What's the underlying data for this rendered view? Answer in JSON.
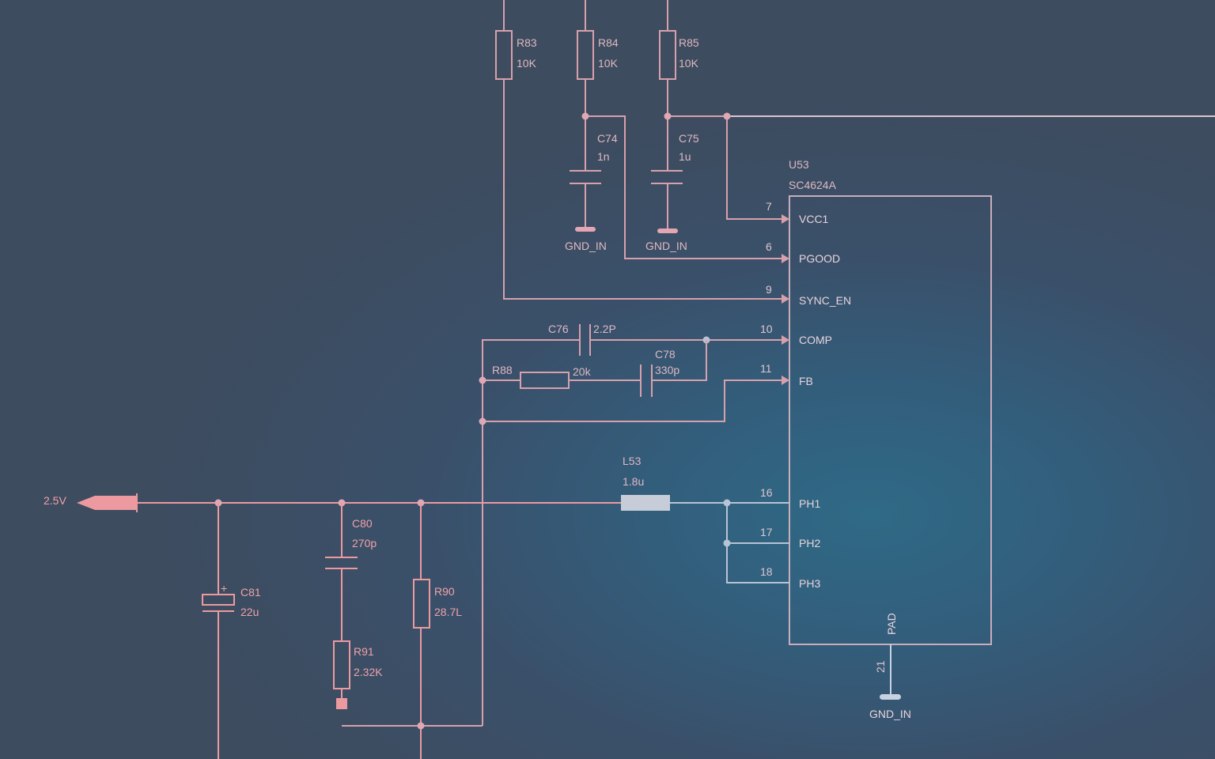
{
  "ic": {
    "ref": "U53",
    "part": "SC4624A",
    "pad_label": "PAD",
    "pad_pin": "21",
    "ground": "GND_IN",
    "pins": [
      {
        "num": "7",
        "name": "VCC1"
      },
      {
        "num": "6",
        "name": "PGOOD"
      },
      {
        "num": "9",
        "name": "SYNC_EN"
      },
      {
        "num": "10",
        "name": "COMP"
      },
      {
        "num": "11",
        "name": "FB"
      },
      {
        "num": "16",
        "name": "PH1"
      },
      {
        "num": "17",
        "name": "PH2"
      },
      {
        "num": "18",
        "name": "PH3"
      }
    ]
  },
  "components": {
    "r83": {
      "ref": "R83",
      "value": "10K"
    },
    "r84": {
      "ref": "R84",
      "value": "10K"
    },
    "r85": {
      "ref": "R85",
      "value": "10K"
    },
    "c74": {
      "ref": "C74",
      "value": "1n",
      "ground": "GND_IN"
    },
    "c75": {
      "ref": "C75",
      "value": "1u",
      "ground": "GND_IN"
    },
    "c76": {
      "ref": "C76",
      "value": "2.2P"
    },
    "r88": {
      "ref": "R88",
      "value": "20k"
    },
    "c78": {
      "ref": "C78",
      "value": "330p"
    },
    "l53": {
      "ref": "L53",
      "value": "1.8u"
    },
    "c80": {
      "ref": "C80",
      "value": "270p"
    },
    "c81": {
      "ref": "C81",
      "value": "22u",
      "polarity": "+"
    },
    "r90": {
      "ref": "R90",
      "value": "28.7L"
    },
    "r91": {
      "ref": "R91",
      "value": "2.32K"
    }
  },
  "power_port": {
    "label": "2.5V"
  },
  "colors": {
    "wire": "#d8a0ac",
    "power_net": "#ec9aa0",
    "ic_outline": "#c8aebb",
    "inductor": "#b7c4d6"
  }
}
